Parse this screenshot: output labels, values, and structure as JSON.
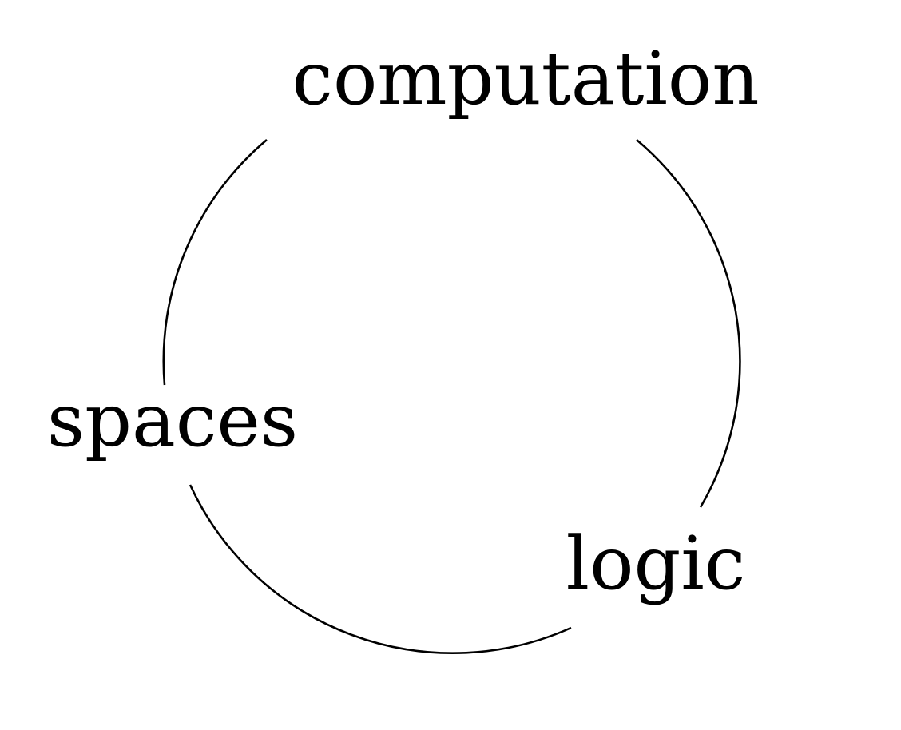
{
  "colors": {
    "background": "#ffffff",
    "ink": "#000000"
  },
  "nodes": {
    "computation": "computation",
    "spaces": "spaces",
    "logic": "logic"
  }
}
